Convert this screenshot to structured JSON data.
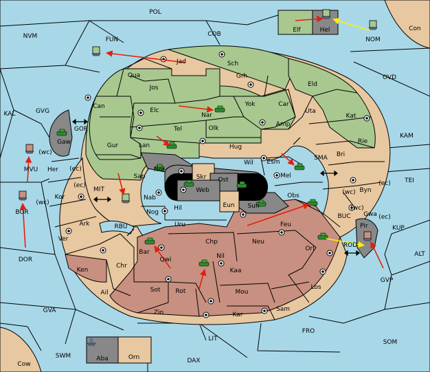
{
  "map": {
    "seas": [
      "POL",
      "NVM",
      "FUN",
      "COB",
      "OVD",
      "KAL",
      "GVG",
      "GOR",
      "KAM",
      "MIT",
      "SMA",
      "TEI",
      "RBU",
      "BUC",
      "KUP",
      "ROD",
      "ALT",
      "DOR",
      "GVP",
      "GVA",
      "FRO",
      "SOM",
      "LIT",
      "SWM",
      "DAX",
      "NOM"
    ],
    "provinces": [
      "Elf",
      "Hel",
      "Con",
      "Jad",
      "Sch",
      "Qua",
      "Grh",
      "Jos",
      "Eld",
      "Can",
      "Car",
      "Elc",
      "Yok",
      "Uta",
      "Nar",
      "Kat",
      "Amp",
      "Tel",
      "Olk",
      "Gaw",
      "Gur",
      "Lan",
      "Hug",
      "Rie",
      "Bri",
      "Esm",
      "Wil",
      "Nor",
      "Skr",
      "Ost",
      "Her",
      "Mel",
      "Sap",
      "Web",
      "Kor",
      "MVU",
      "Byn",
      "Nab",
      "Sun",
      "Obs",
      "Eun",
      "Hil",
      "Gwa",
      "BOR",
      "Nog",
      "Ark",
      "Uru",
      "Feu",
      "Pir",
      "Ver",
      "Chp",
      "Neu",
      "Orl",
      "Bar",
      "Qwi",
      "Nil",
      "Ken",
      "Chr",
      "Kaa",
      "Los",
      "Ail",
      "Sot",
      "Rot",
      "Mou",
      "Sam",
      "Zin",
      "Kar",
      "Aba",
      "Orn",
      "Cow"
    ],
    "coast_tags": [
      "(wc)",
      "(ec)",
      "(ec)",
      "(wc)",
      "(wc)",
      "(ec)",
      "(wc)",
      "(ec)"
    ]
  }
}
